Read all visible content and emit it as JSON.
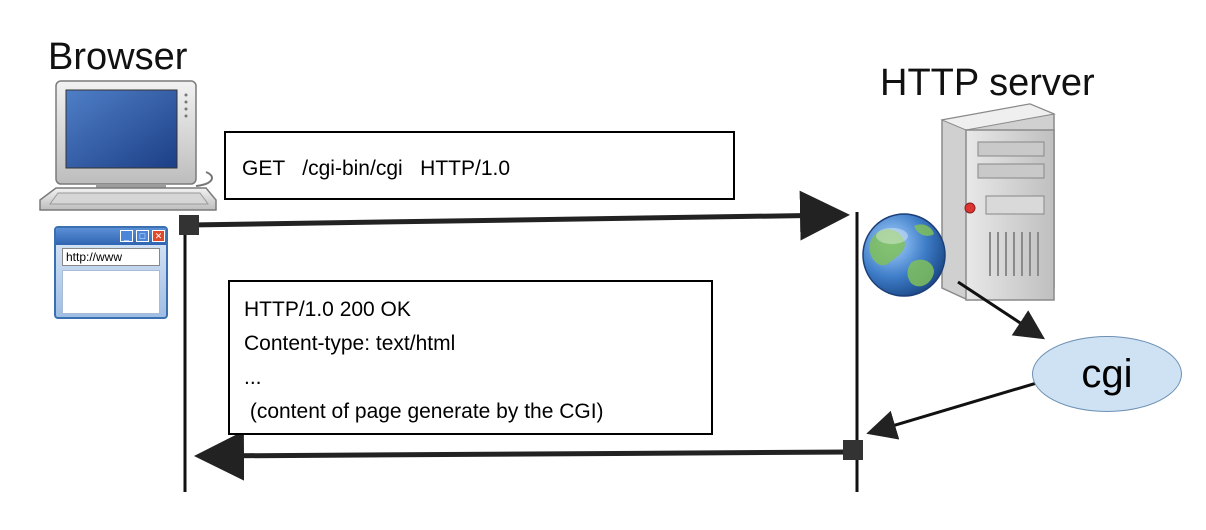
{
  "browser": {
    "label": "Browser",
    "address": "http://www"
  },
  "server": {
    "label": "HTTP server"
  },
  "request": {
    "text": "GET   /cgi-bin/cgi   HTTP/1.0"
  },
  "response": {
    "lines": [
      "HTTP/1.0 200 OK",
      "Content-type: text/html",
      "...",
      " (content of page generate by the CGI)"
    ]
  },
  "cgi": {
    "label": "cgi"
  },
  "colors": {
    "ellipse_fill": "#cfe2f3",
    "ellipse_stroke": "#6b8fb3",
    "window_title": "#2f64b2",
    "close_button": "#e04a2c"
  },
  "icons": {
    "browser": "computer-icon",
    "server": "server-tower-icon",
    "web": "globe-icon"
  }
}
